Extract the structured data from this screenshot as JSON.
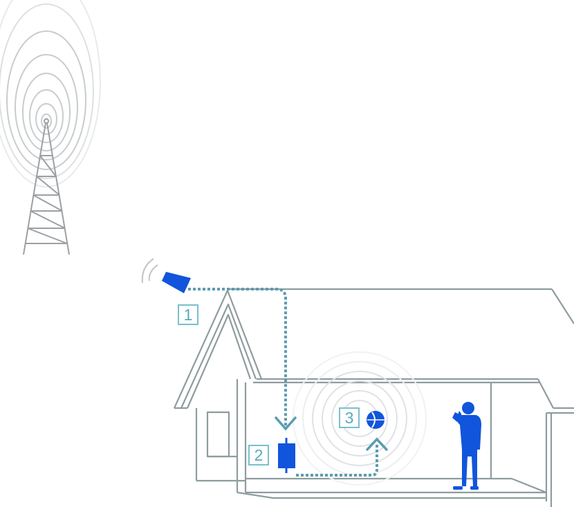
{
  "labels": {
    "step1": "1",
    "step2": "2",
    "step3": "3"
  },
  "colors": {
    "device_blue": "#1155dd",
    "signal_path": "#5b9cb0",
    "house_outline": "#8e9c9f",
    "tower": "#9aa0a3",
    "waves": "#c4c8ca",
    "label_border": "#79c0cc"
  },
  "icons": {
    "tower": "cell-tower-icon",
    "outside_antenna": "directional-antenna-icon",
    "amplifier": "signal-booster-icon",
    "inside_antenna": "dome-antenna-icon",
    "person": "person-on-phone-icon"
  }
}
